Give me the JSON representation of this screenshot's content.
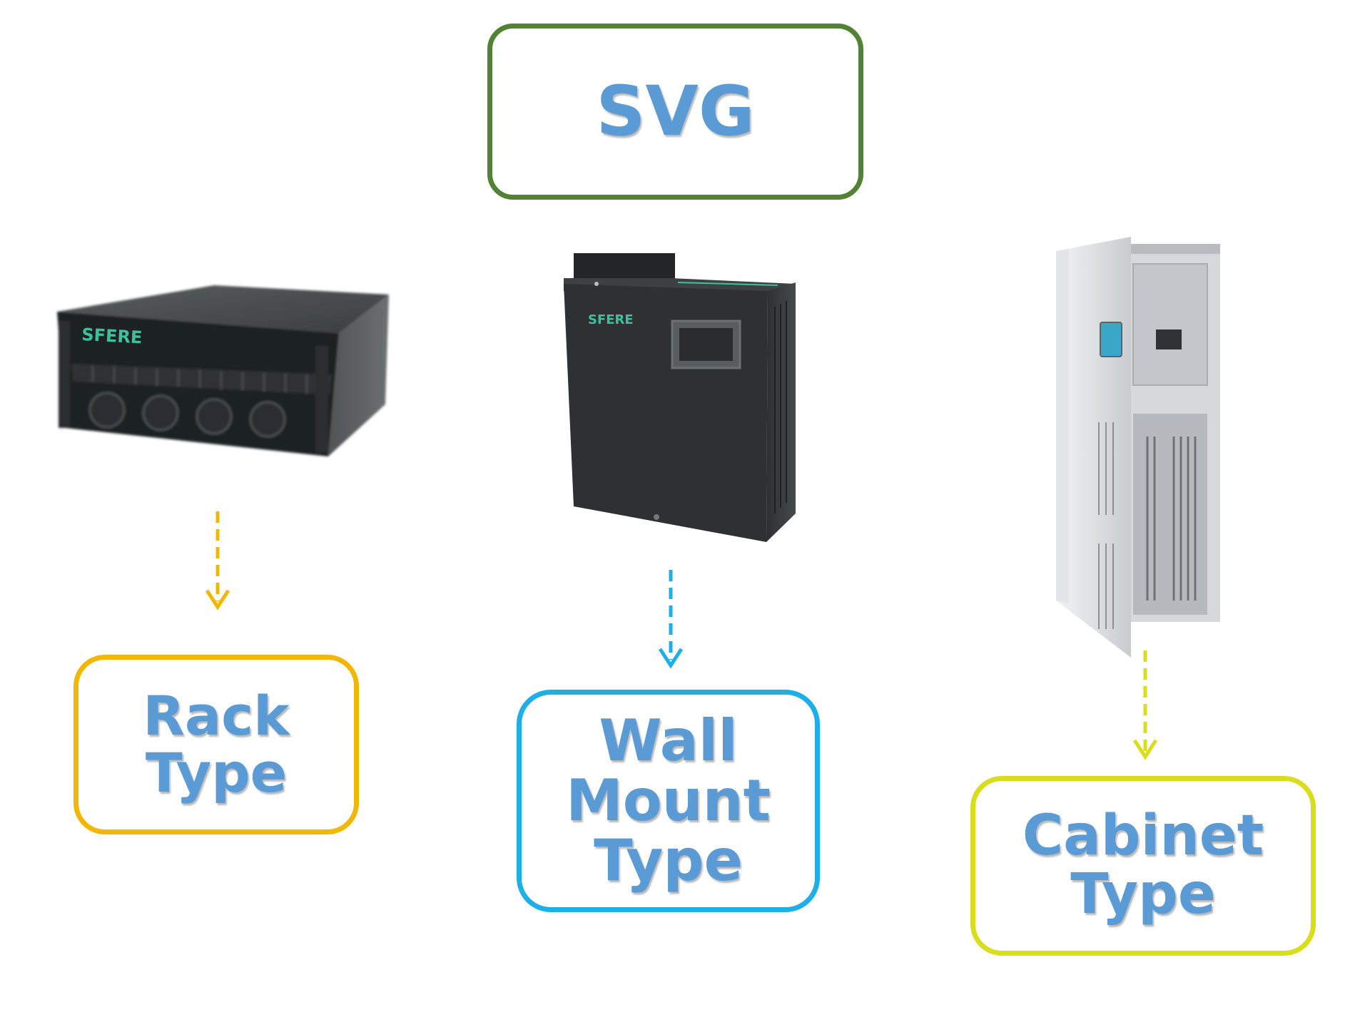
{
  "colors": {
    "label_text": "#5b9bd5",
    "svg_border": "#548235",
    "rack_border": "#f2b705",
    "wall_border": "#1eaee8",
    "cabinet_border": "#d9dd1c",
    "brand_text": "#3fbf9f"
  },
  "root": {
    "label": "SVG"
  },
  "devices": {
    "rack": {
      "brand": "SFERE",
      "label_line1": "Rack",
      "label_line2": "Type"
    },
    "wall": {
      "brand": "SFERE",
      "label_line1": "Wall",
      "label_line2": "Mount",
      "label_line3": "Type"
    },
    "cabinet": {
      "label_line1": "Cabinet",
      "label_line2": "Type"
    }
  }
}
